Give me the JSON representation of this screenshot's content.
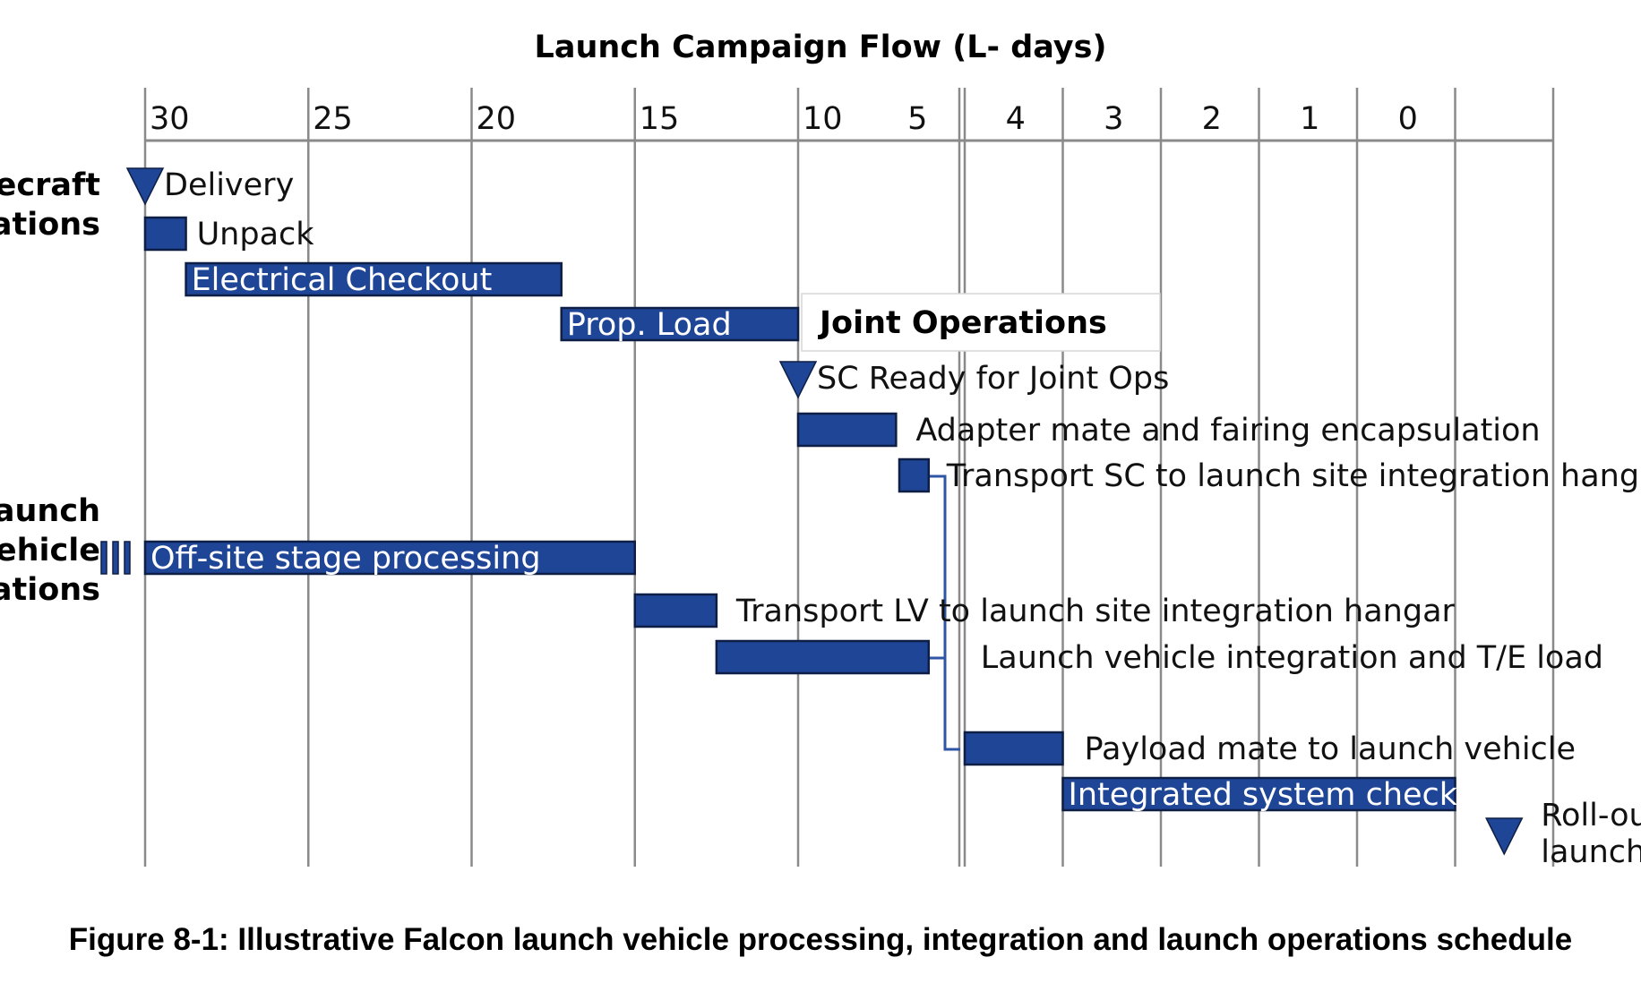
{
  "chart_data": {
    "type": "gantt",
    "title": "Launch Campaign Flow (L- days)",
    "x_ticks": [
      "30",
      "25",
      "20",
      "15",
      "10",
      "5",
      "4",
      "3",
      "2",
      "1",
      "0"
    ],
    "axis_break_after": "6",
    "groups": [
      {
        "id": "sc",
        "lines": [
          "Spacecraft",
          "Operations"
        ]
      },
      {
        "id": "lv",
        "lines": [
          "Launch",
          "Vehicle",
          "Operations"
        ]
      }
    ],
    "joint_label": "Joint Operations",
    "tasks": [
      {
        "label": "Delivery",
        "kind": "milestone",
        "at": 30
      },
      {
        "label": "Unpack",
        "kind": "bar",
        "start": 30,
        "end": 28.75
      },
      {
        "label": "Electrical Checkout",
        "kind": "bar",
        "start": 28.75,
        "end": 17.25,
        "label_inside": true
      },
      {
        "label": "Prop. Load",
        "kind": "bar",
        "start": 17.25,
        "end": 10,
        "label_inside": true
      },
      {
        "label": "SC Ready for Joint Ops",
        "kind": "milestone",
        "at": 10
      },
      {
        "label": "Adapter mate and fairing encapsulation",
        "kind": "bar",
        "start": 10,
        "end": 7
      },
      {
        "label": "Transport SC to launch site integration hangar",
        "kind": "bar",
        "start": 6.9,
        "end": 6
      },
      {
        "label": "Off-site stage processing",
        "kind": "bar",
        "start": 30,
        "end": 15,
        "label_inside": true,
        "continues_before": true
      },
      {
        "label": "Transport LV to launch site integration hangar",
        "kind": "bar",
        "start": 15,
        "end": 12.5
      },
      {
        "label": "Launch vehicle integration and T/E load",
        "kind": "bar",
        "start": 12.5,
        "end": 6
      },
      {
        "label": "Payload mate to launch vehicle",
        "kind": "bar",
        "start": 5,
        "end": 4
      },
      {
        "label": "Integrated system checks",
        "kind": "bar",
        "start": 4,
        "end": 0,
        "label_inside": true
      },
      {
        "label": "Roll-out to launch",
        "kind": "milestone",
        "at": -0.5
      }
    ],
    "colors": {
      "bar": "#1f4596",
      "bar_border": "#0e1e44",
      "connector": "#2f55a6",
      "grid": "#8a8a8a"
    }
  },
  "caption": "Figure 8-1: Illustrative Falcon launch vehicle processing, integration and launch operations schedule"
}
